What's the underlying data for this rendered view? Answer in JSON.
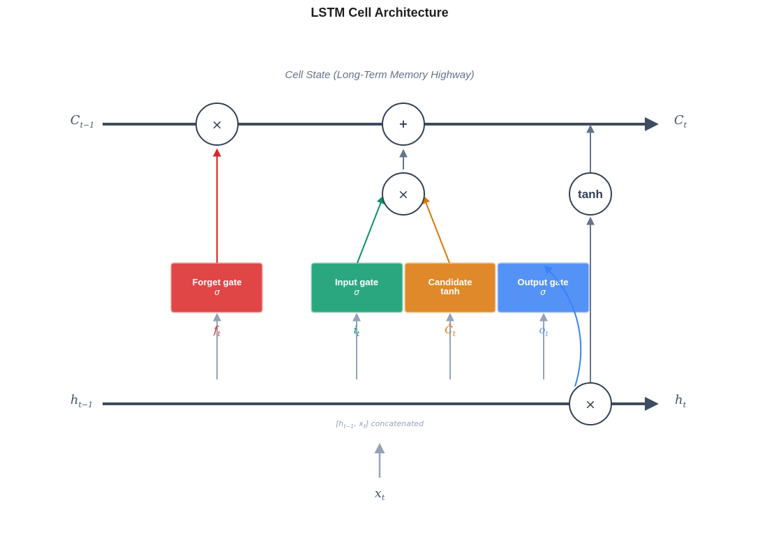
{
  "title": "LSTM Cell Architecture",
  "subtitle": "Cell State (Long-Term Memory Highway)",
  "labels": {
    "c_prev": {
      "base": "C",
      "sub": "t−1"
    },
    "c_next": {
      "base": "C",
      "sub": "t"
    },
    "h_prev": {
      "base": "h",
      "sub": "t−1"
    },
    "h_next": {
      "base": "h",
      "sub": "t"
    },
    "x_in": {
      "base": "x",
      "sub": "t"
    }
  },
  "gates": [
    {
      "id": "forget",
      "title": "Forget gate",
      "func": "σ",
      "out_base": "f",
      "out_sub": "t",
      "color": "#e04646",
      "arrow_color": "#d62728"
    },
    {
      "id": "input",
      "title": "Input gate",
      "func": "σ",
      "out_base": "i",
      "out_sub": "t",
      "color": "#2ba77f",
      "arrow_color": "#0e8f66"
    },
    {
      "id": "candidate",
      "title": "Candidate",
      "func": "tanh",
      "out_base": "C̃",
      "out_sub": "t",
      "color": "#e0892a",
      "arrow_color": "#d97706"
    },
    {
      "id": "output",
      "title": "Output gate",
      "func": "σ",
      "out_base": "o",
      "out_sub": "t",
      "color": "#5592f5",
      "arrow_color": "#3b82f6"
    }
  ],
  "operators": {
    "forget_multiply": "×",
    "cell_add": "+",
    "input_multiply": "×",
    "tanh": "tanh",
    "output_multiply": "×"
  },
  "concat_note": {
    "pre": "[",
    "h": "h",
    "h_sub": "t−1",
    "sep": ", ",
    "x": "x",
    "x_sub": "t",
    "post": "] concatenated"
  },
  "colors": {
    "line": "#3f4b5e",
    "node_stroke": "#334155",
    "feed_arrow": "#94a3b8",
    "up_arrow": "#64748b"
  }
}
